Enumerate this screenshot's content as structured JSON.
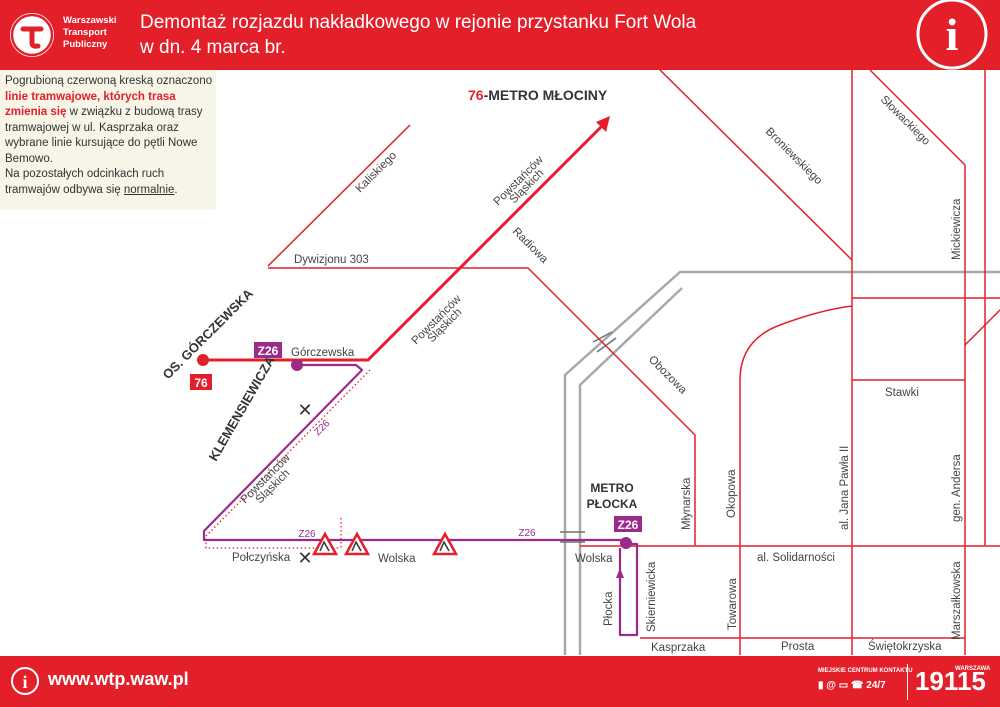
{
  "header": {
    "logo_lines": [
      "Warszawski",
      "Transport",
      "Publiczny"
    ],
    "title_line1": "Demontaż rozjazdu nakładkowego w rejonie przystanku Fort Wola",
    "title_line2": "w dn. 4 marca br.",
    "info_symbol": "i"
  },
  "note": {
    "part1": "Pogrubioną czerwoną kreską oznaczono ",
    "part2_red": "linie tramwajowe, których trasa zmienia się",
    "part3": " w związku z budową trasy tramwajowej w ul. Kasprzaka oraz wybrane linie kursujące do pętli Nowe Bemowo.",
    "part4": "Na pozostałych odcinkach ruch tramwajów odbywa się ",
    "part5_underlined": "normalnie",
    "part6": "."
  },
  "map": {
    "line_red": "#e3202a",
    "line_purple": "#9b2a8a",
    "line_gray": "#a8a8a8",
    "route_76_number": "76",
    "route_76_dest": "-METRO MŁOCINY",
    "badge_76": "76",
    "badge_z26": "Z26",
    "terminus_os_gorczewska": "OS. GÓRCZEWSKA",
    "terminus_klemensiewicza": "KLEMENSIEWICZA",
    "metro_plocka_line1": "METRO",
    "metro_plocka_line2": "PŁOCKA",
    "route_label_z26": "Z26",
    "closed_symbol": "✕",
    "streets": {
      "kaliskiego": "Kaliskiego",
      "dywizjonu": "Dywizjonu 303",
      "gorczewska": "Górczewska",
      "powstancow_a1": "Powstańców",
      "powstancow_a2": "Śląskich",
      "powstancow_b1": "Powstańców",
      "powstancow_b2": "Śląskich",
      "powstancow_c1": "Powstańców",
      "powstancow_c2": "Śląskich",
      "radiowa": "Radiowa",
      "bronislewskiego": "Broniewskiego",
      "slowackiego": "Słowackiego",
      "mickiewicza": "Mickiewicza",
      "obozowa": "Obozowa",
      "stawki": "Stawki",
      "mlynarska": "Młynarska",
      "okopowa": "Okopowa",
      "jana_pawla": "al. Jana Pawła II",
      "andersa": "gen. Andersa",
      "polczynska": "Połczyńska",
      "wolska1": "Wolska",
      "wolska2": "Wolska",
      "solidarnosci": "al. Solidarności",
      "plocka": "Płocka",
      "skierniewicka": "Skierniewicka",
      "towarowa": "Towarowa",
      "marszalkowska": "Marszałkowska",
      "kasprzaka": "Kasprzaka",
      "prosta": "Prosta",
      "swietokrzyska": "Świętokrzyska"
    }
  },
  "footer": {
    "url": "www.wtp.waw.pl",
    "contact_label": "MIEJSKIE CENTRUM KONTAKTU",
    "contact_icons": "▮ @ ▭ ☎ 24/7",
    "hotline": "19115",
    "hotline_city": "WARSZAWA"
  }
}
